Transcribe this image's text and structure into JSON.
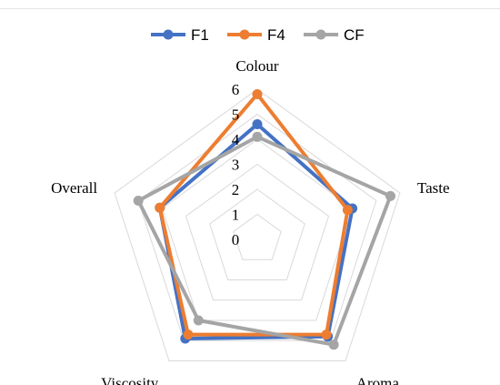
{
  "chart_data": {
    "type": "radar",
    "categories": [
      "Colour",
      "Taste",
      "Aroma",
      "Viscosity",
      "Overall"
    ],
    "rlim": [
      0,
      6
    ],
    "ticks": [
      "0",
      "1",
      "2",
      "3",
      "4",
      "5",
      "6"
    ],
    "grid": true,
    "legend": "top-center",
    "series": [
      {
        "name": "F1",
        "color": "#4472c4",
        "values": [
          4.6,
          4.0,
          4.8,
          4.9,
          4.1
        ]
      },
      {
        "name": "F4",
        "color": "#ed7d31",
        "values": [
          5.8,
          3.8,
          4.7,
          4.7,
          4.1
        ]
      },
      {
        "name": "CF",
        "color": "#a5a5a5",
        "values": [
          4.1,
          5.6,
          5.2,
          4.0,
          5.0
        ]
      }
    ]
  }
}
